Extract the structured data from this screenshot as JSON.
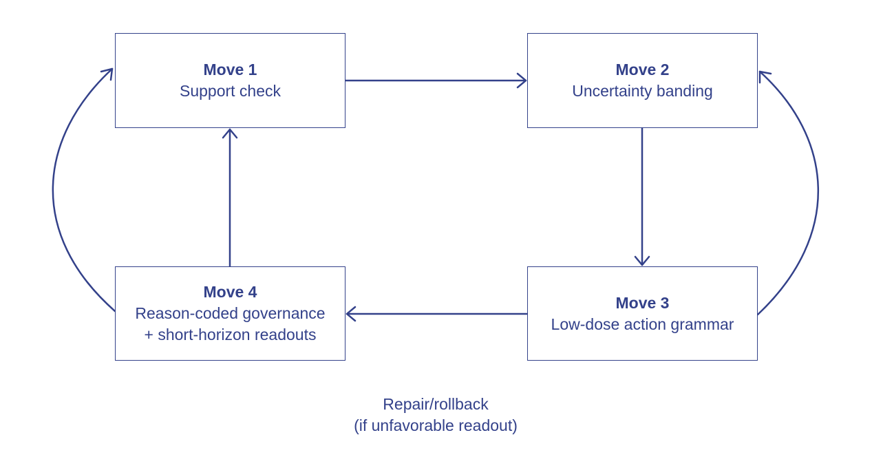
{
  "colors": {
    "stroke": "#33418a",
    "text": "#33418a",
    "background": "#ffffff"
  },
  "nodes": {
    "move1": {
      "title": "Move 1",
      "lines": [
        "Support check"
      ]
    },
    "move2": {
      "title": "Move 2",
      "lines": [
        "Uncertainty banding"
      ]
    },
    "move3": {
      "title": "Move 3",
      "lines": [
        "Low-dose action grammar"
      ]
    },
    "move4": {
      "title": "Move 4",
      "lines": [
        "Reason-coded governance",
        "+ short-horizon readouts"
      ]
    }
  },
  "edges": [
    {
      "from": "move1",
      "to": "move2"
    },
    {
      "from": "move2",
      "to": "move3"
    },
    {
      "from": "move3",
      "to": "move4"
    },
    {
      "from": "move4",
      "to": "move1"
    },
    {
      "from": "move4",
      "to": "move1",
      "style": "curved"
    },
    {
      "from": "move3",
      "to": "move2",
      "style": "curved"
    }
  ],
  "caption": {
    "line1": "Repair/rollback",
    "line2": "(if unfavorable readout)"
  }
}
